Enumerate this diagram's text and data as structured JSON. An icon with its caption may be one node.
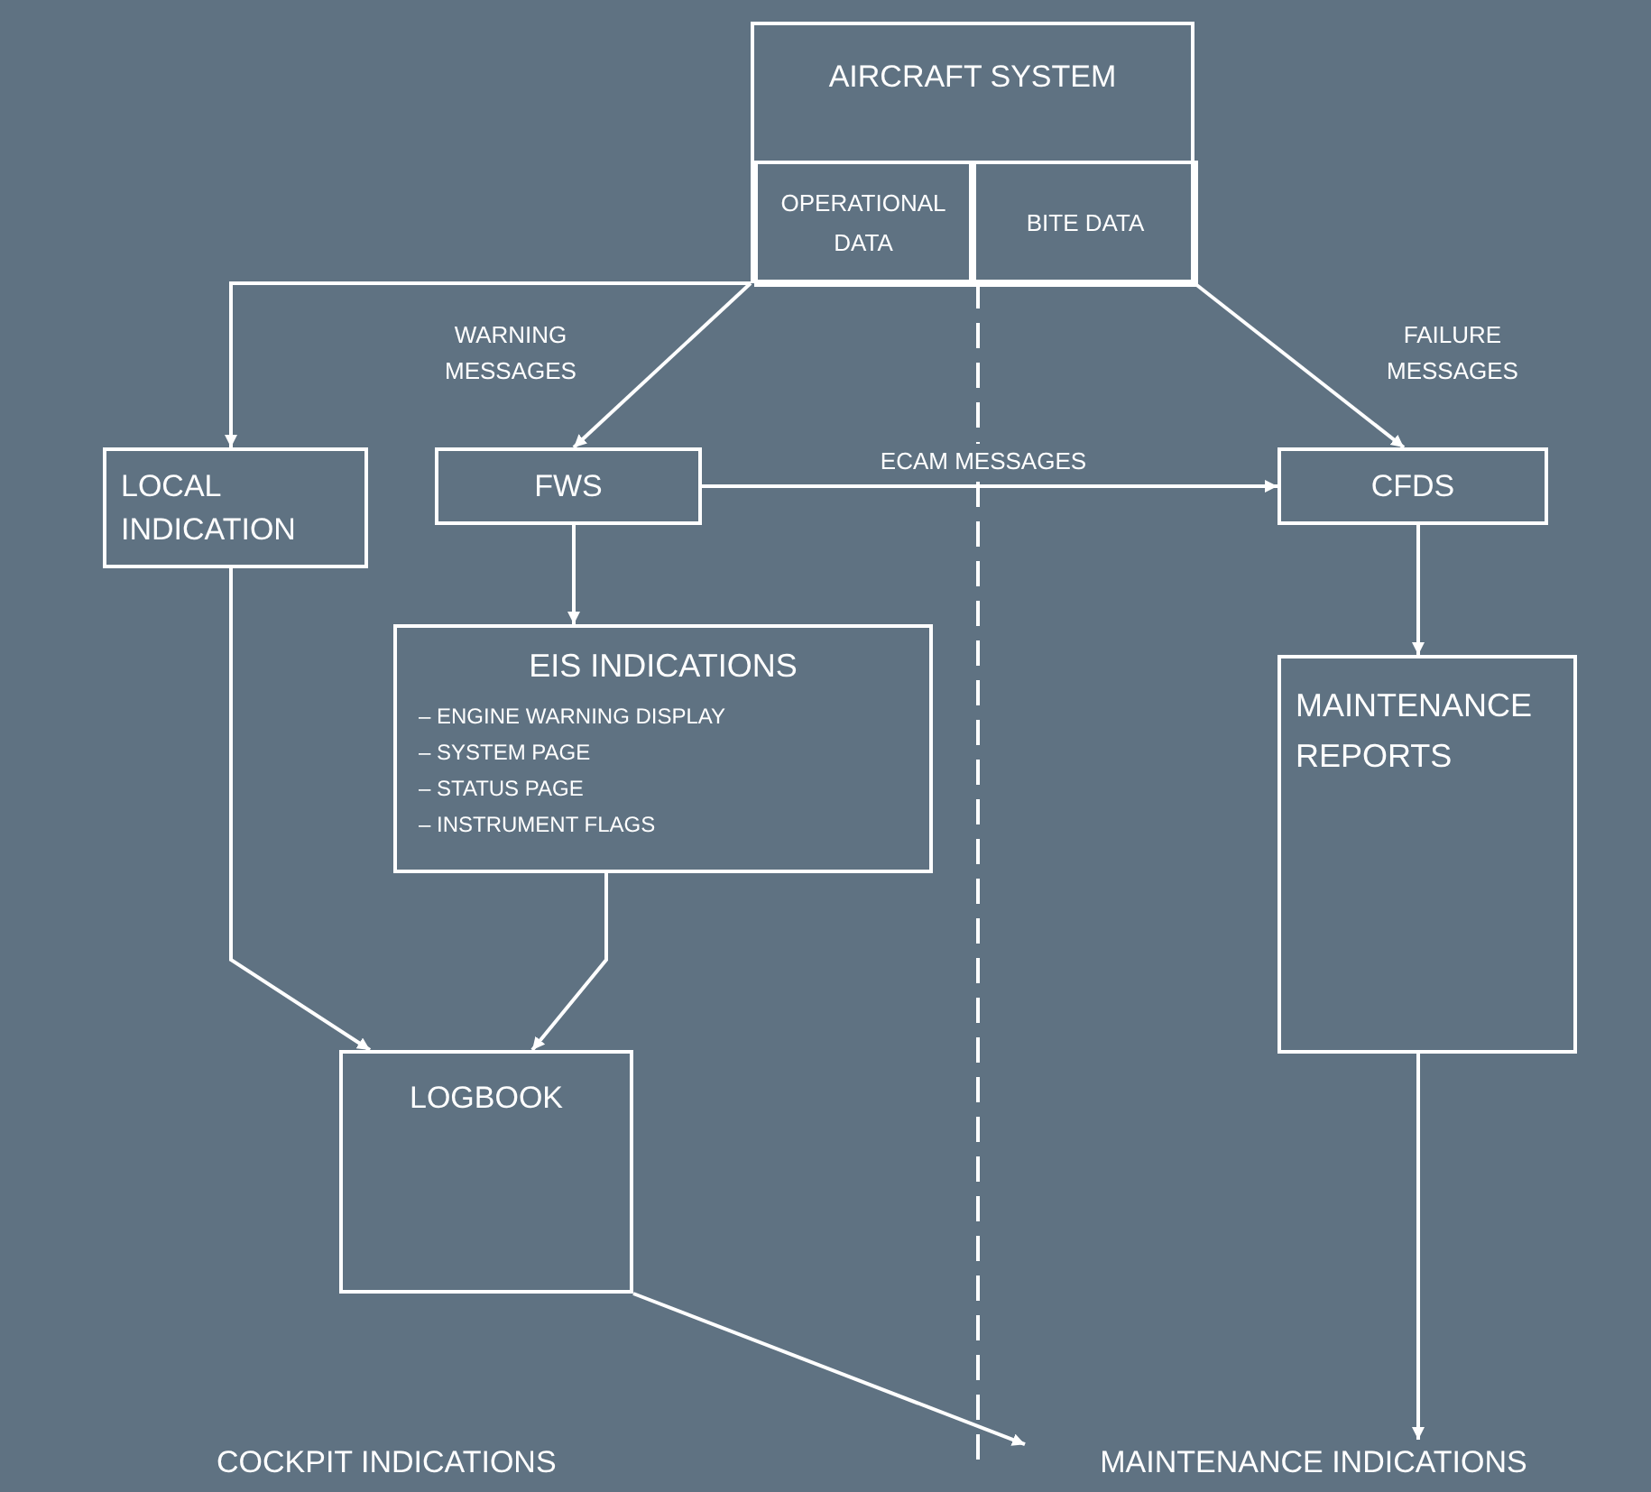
{
  "diagram": {
    "nodes": [
      {
        "text": [
          "AIRCRAFT SYSTEM"
        ]
      },
      {
        "text": [
          "OPERATIONAL DATA"
        ],
        "in": 0
      },
      {
        "text": [
          "BITE DATA"
        ],
        "in": 0
      },
      {
        "text": [
          "LOCAL INDICATION"
        ]
      },
      {
        "text": [
          "FWS"
        ]
      },
      {
        "text": [
          "CFDS"
        ]
      },
      {
        "text": [
          "EIS INDICATIONS",
          "– ENGINE WARNING DISPLAY",
          "– SYSTEM PAGE",
          "– STATUS PAGE",
          "– INSTRUMENT FLAGS"
        ]
      },
      {
        "text": [
          "MAINTENANCE REPORTS"
        ]
      },
      {
        "text": [
          "LOGBOOK"
        ]
      },
      {
        "text": [
          "MAINTENANCE INDICATIONS"
        ]
      }
    ],
    "edges": [
      {
        "from": 1,
        "to": 3,
        "arrow": "to"
      },
      {
        "from": 1,
        "to": 4,
        "arrow": "to",
        "label": "WARNING MESSAGES"
      },
      {
        "from": 2,
        "to": 5,
        "arrow": "to",
        "label": "FAILURE MESSAGES"
      },
      {
        "from": 4,
        "to": 5,
        "arrow": "to",
        "label": "ECAM MESSAGES"
      },
      {
        "from": 4,
        "to": 6,
        "arrow": "to"
      },
      {
        "from": 5,
        "to": 7,
        "arrow": "to"
      },
      {
        "from": 3,
        "to": 8,
        "arrow": "to"
      },
      {
        "from": 6,
        "to": 8,
        "arrow": "to"
      },
      {
        "from": 8,
        "to": 9,
        "arrow": "to"
      },
      {
        "from": 7,
        "to": 9,
        "arrow": "to"
      }
    ],
    "labels": [
      "COCKPIT INDICATIONS"
    ]
  }
}
